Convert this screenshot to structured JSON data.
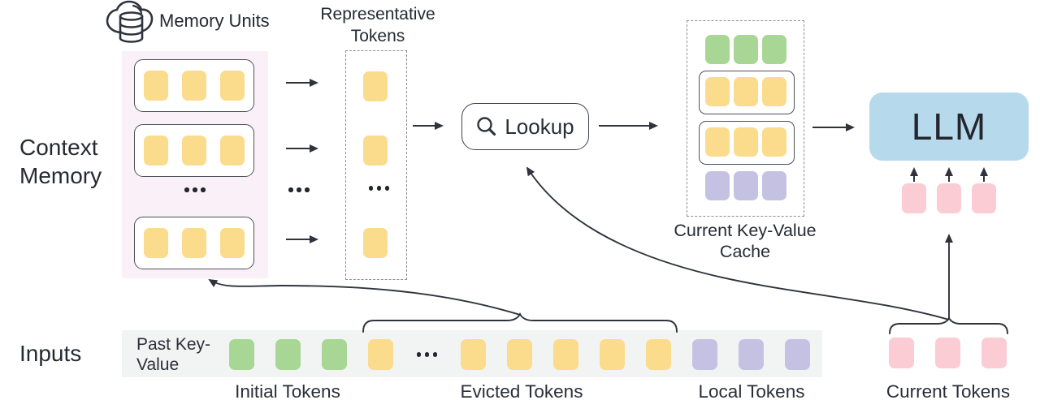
{
  "colors": {
    "tokens": {
      "yellow": "#FADC8C",
      "green": "#A8D795",
      "purple": "#C5C1E3",
      "pink": "#FBCCD3"
    },
    "llm_fill": "#B7D9EC",
    "memory_panel_fill": "#FAF0F8",
    "strip_fill": "#F2F4F4",
    "stroke": "#2F333C"
  },
  "header": {
    "memory_units": "Memory Units",
    "representative_tokens": "Representative Tokens"
  },
  "left_labels": {
    "context_memory": "Context Memory",
    "inputs": "Inputs"
  },
  "context_memory": {
    "units": [
      {
        "tokens": [
          "yellow",
          "yellow",
          "yellow"
        ]
      },
      {
        "tokens": [
          "yellow",
          "yellow",
          "yellow"
        ]
      },
      {
        "tokens": [
          "yellow",
          "yellow",
          "yellow"
        ]
      }
    ],
    "ellipsis": "...",
    "transfer_ellipsis": "..."
  },
  "representative": {
    "tokens": [
      "yellow",
      "yellow",
      "...",
      "yellow"
    ]
  },
  "lookup": {
    "label": "Lookup",
    "icon": "search-icon"
  },
  "cache": {
    "label": "Current Key-Value Cache",
    "rows": [
      {
        "boxed": false,
        "tokens": [
          "green",
          "green",
          "green"
        ]
      },
      {
        "boxed": true,
        "tokens": [
          "yellow",
          "yellow",
          "yellow"
        ]
      },
      {
        "boxed": true,
        "tokens": [
          "yellow",
          "yellow",
          "yellow"
        ]
      },
      {
        "boxed": false,
        "tokens": [
          "purple",
          "purple",
          "purple"
        ]
      }
    ]
  },
  "llm": {
    "label": "LLM",
    "input_tokens": [
      "pink",
      "pink",
      "pink"
    ]
  },
  "input_strip": {
    "prefix_label": "Past Key-Value",
    "tokens": [
      "green",
      "green",
      "green",
      "yellow",
      "...",
      "yellow",
      "yellow",
      "yellow",
      "yellow",
      "yellow",
      "purple",
      "purple",
      "purple"
    ]
  },
  "current_tokens": [
    "pink",
    "pink",
    "pink"
  ],
  "group_labels": {
    "initial": "Initial Tokens",
    "evicted": "Evicted Tokens",
    "local": "Local Tokens",
    "current": "Current Tokens"
  }
}
